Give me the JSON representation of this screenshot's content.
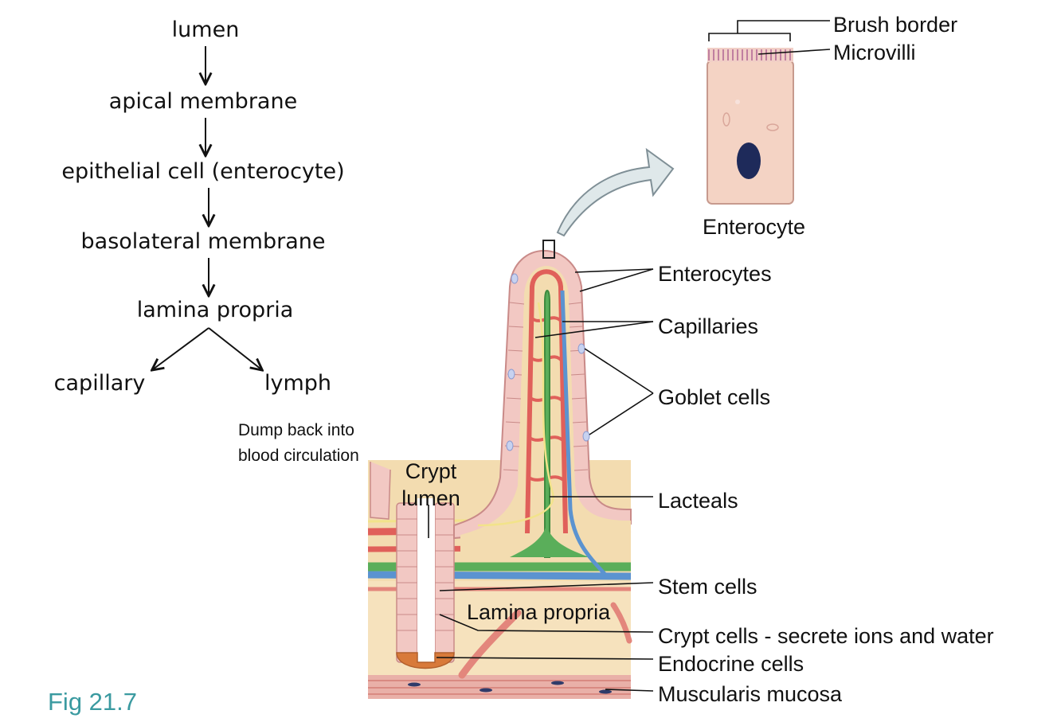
{
  "flow": {
    "lumen": "lumen",
    "apical": "apical membrane",
    "epithelial": "epithelial cell (enterocyte)",
    "basolateral": "basolateral membrane",
    "lamina": "lamina propria",
    "capillary": "capillary",
    "lymph": "lymph"
  },
  "note": {
    "line1": "Dump back into",
    "line2": "blood circulation"
  },
  "figure": {
    "crypt_line1": "Crypt",
    "crypt_line2": "lumen",
    "lamina_propria": "Lamina propria",
    "enterocyte_caption": "Enterocyte"
  },
  "labels": {
    "brush_border": "Brush border",
    "microvilli": "Microvilli",
    "enterocytes": "Enterocytes",
    "capillaries": "Capillaries",
    "goblet_cells": "Goblet cells",
    "lacteals": "Lacteals",
    "stem_cells": "Stem cells",
    "crypt_cells": "Crypt cells - secrete ions and water",
    "endocrine_cells": "Endocrine cells",
    "muscularis_mucosa": "Muscularis mucosa"
  },
  "fig_label": "Fig 21.7",
  "colors": {
    "tissue": "#f3dcb0",
    "epithelium": "#f2c8c3",
    "capillary_red": "#e0605a",
    "lacteal_green": "#5aae5a",
    "vein_blue": "#5b93d0",
    "muscle": "#e8a8a0",
    "arrow_fill": "#dfe8ea",
    "fig_teal": "#3a9aa0"
  }
}
